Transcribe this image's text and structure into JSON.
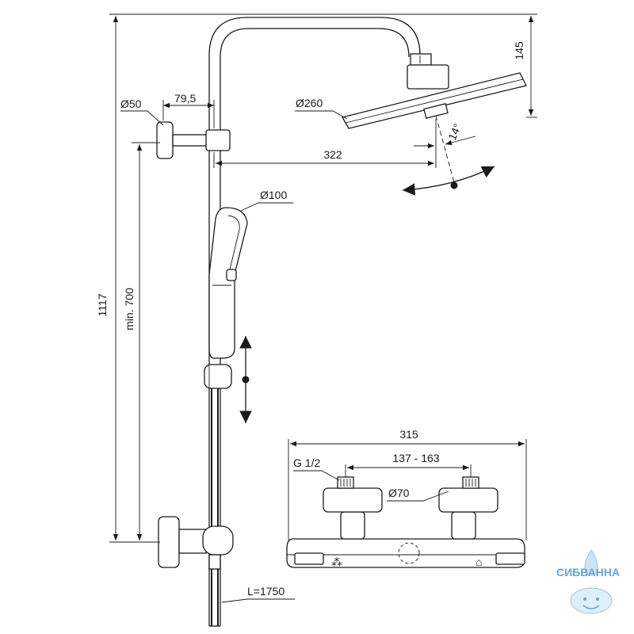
{
  "dimensions": {
    "height_total": "1117",
    "height_min": "min. 700",
    "head_height": "145",
    "wall_flange_dia": "Ø50",
    "wall_offset": "79,5",
    "head_dia": "Ø260",
    "arm_reach": "322",
    "tilt_angle": "14°",
    "hand_shower_dia": "Ø100",
    "hose_length": "L=1750",
    "mixer_width": "315",
    "inlet_thread": "G 1/2",
    "inlet_spacing": "137 - 163",
    "cover_dia": "Ø70"
  },
  "watermark": {
    "brand": "СИБВАННА"
  }
}
